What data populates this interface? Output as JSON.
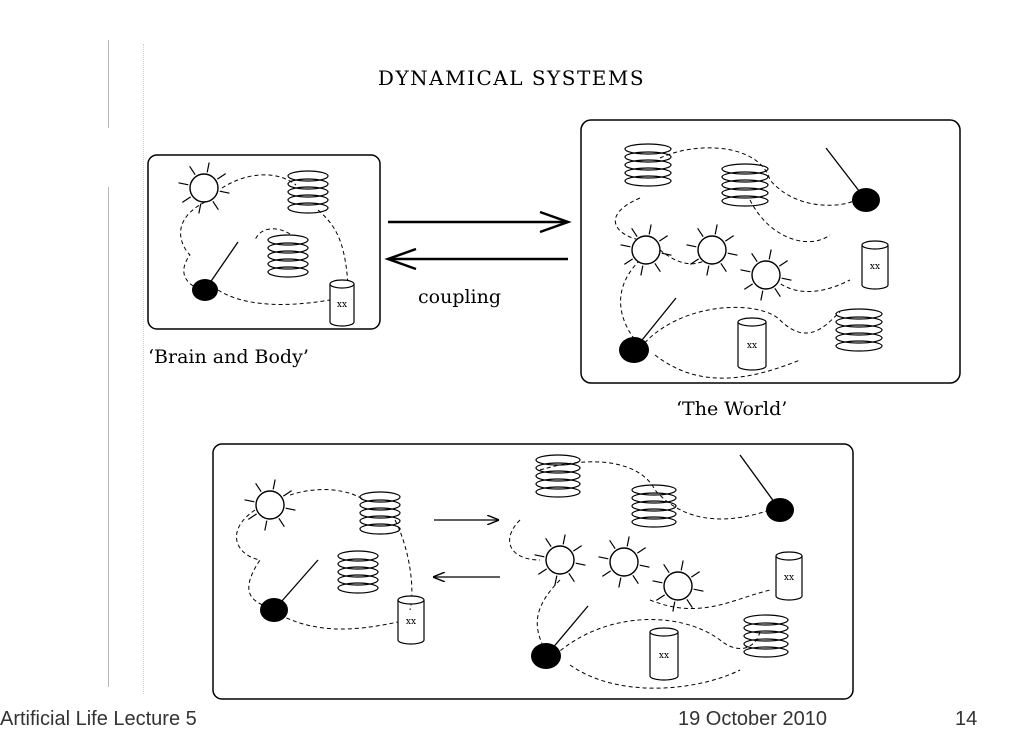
{
  "title": "DYNAMICAL SYSTEMS",
  "labels": {
    "brain_body": "‘Brain and Body’",
    "world": "‘The World’",
    "coupling": "coupling"
  },
  "cylinder_text": "xx",
  "footer": {
    "course": "Artificial Life Lecture 5",
    "date": "19 October 2010",
    "page": "14"
  }
}
